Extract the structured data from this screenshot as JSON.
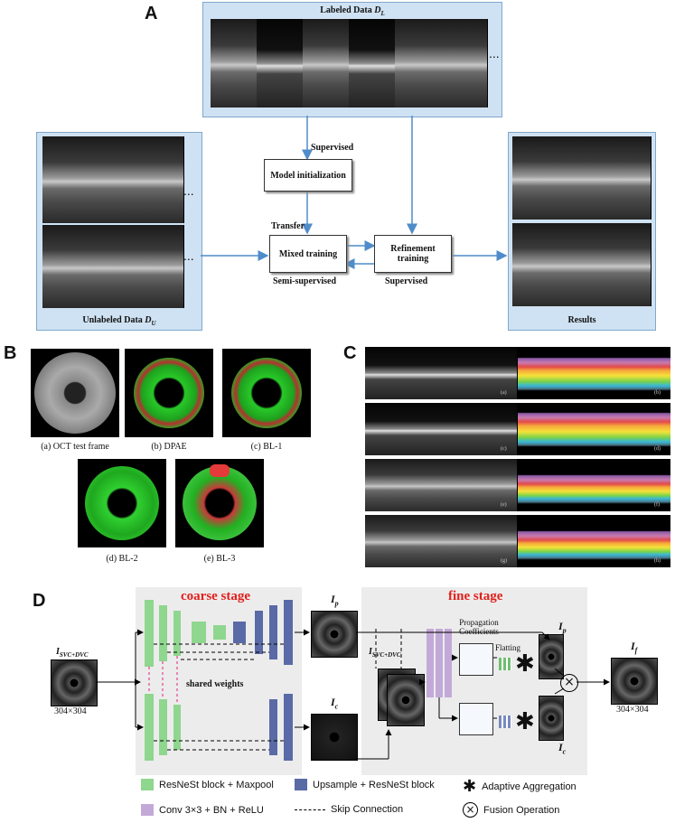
{
  "panels": {
    "a": "A",
    "b": "B",
    "c": "C",
    "d": "D"
  },
  "panel_a": {
    "labeled_title": "Labeled Data",
    "labeled_sub": "L",
    "unlabeled_title": "Unlabeled Data",
    "unlabeled_sub": "U",
    "results_title": "Results",
    "ellipsis": "...",
    "model_init": "Model initialization",
    "mixed_training": "Mixed training",
    "refinement_training": "Refinement training",
    "supervised_top": "Supervised",
    "transfer": "Transfer",
    "semi_supervised": "Semi-supervised",
    "supervised_bottom": "Supervised",
    "data_symbol": "D"
  },
  "panel_b": {
    "captions": [
      "(a) OCT test frame",
      "(b) DPAE",
      "(c) BL-1",
      "(d) BL-2",
      "(e) BL-3"
    ]
  },
  "panel_c": {
    "labels": [
      "(a)",
      "(b)",
      "(c)",
      "(d)",
      "(e)",
      "(f)",
      "(g)",
      "(h)"
    ]
  },
  "panel_d": {
    "coarse_stage": "coarse stage",
    "fine_stage": "fine stage",
    "shared_weights": "shared weights",
    "input_label": "I",
    "input_sub": "SVC+DVC",
    "input_size": "304×304",
    "output_size": "304×304",
    "ip": "I",
    "ip_sub": "p",
    "ic": "I",
    "ic_sub": "c",
    "if": "I",
    "if_sub": "f",
    "propagation": "Propagation Coefficients",
    "flatting": "Flatting",
    "legend": {
      "green": "ResNeSt block + Maxpool",
      "blue": "Upsample + ResNeSt block",
      "asterisk": "Adaptive Aggregation",
      "purple": "Conv 3×3 + BN + ReLU",
      "skip": "Skip Connection",
      "fusion": "Fusion Operation"
    },
    "colors": {
      "green": "#8fd68f",
      "blue": "#5a6aa6",
      "purple": "#c3a9d8",
      "red_title": "#e0201c"
    }
  }
}
